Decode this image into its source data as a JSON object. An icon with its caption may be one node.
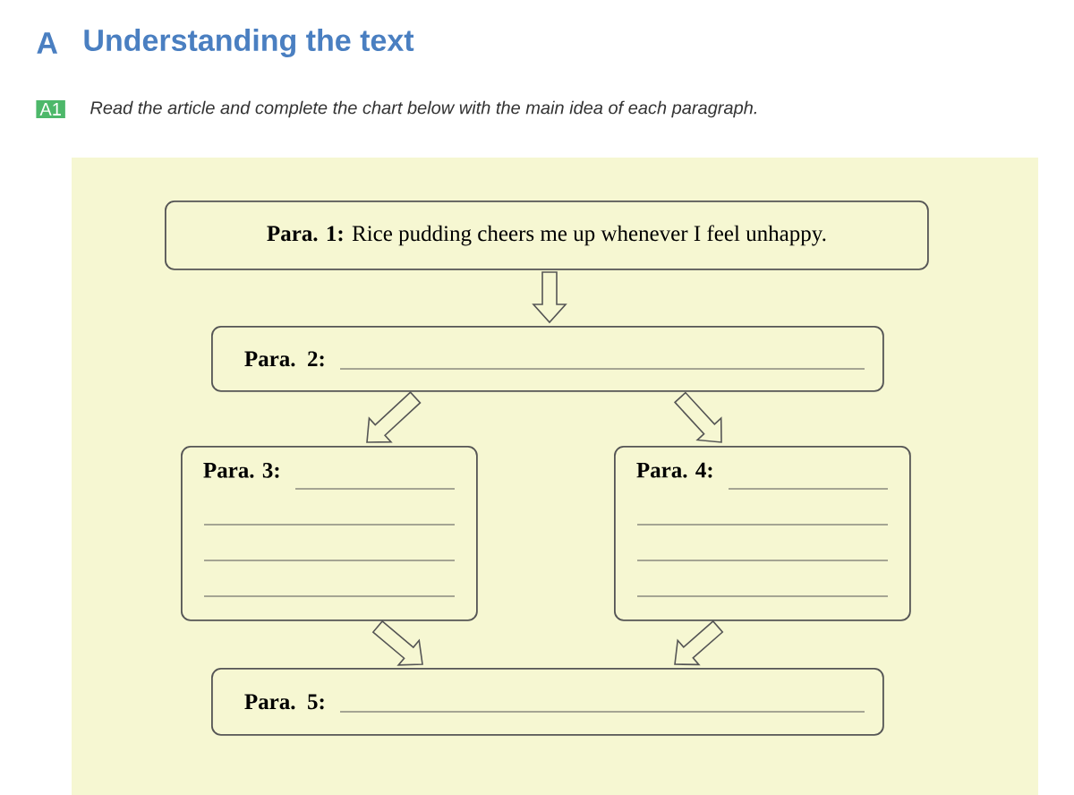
{
  "diagram": {
    "title": "Understanding the text",
    "nodes": [
      {
        "text": [
          "**Para. 1:** Rice pudding cheers me up whenever I feel unhappy."
        ]
      },
      {
        "text": [
          "Para. 2:"
        ]
      },
      {
        "text": [
          "Para. 3:"
        ]
      },
      {
        "text": [
          "Para. 4:"
        ]
      },
      {
        "text": [
          "Para. 5:"
        ]
      }
    ],
    "edges": [
      {
        "from": 0,
        "to": 1,
        "arrow": "to"
      },
      {
        "from": 1,
        "to": 2,
        "arrow": "to"
      },
      {
        "from": 1,
        "to": 3,
        "arrow": "to"
      },
      {
        "from": 2,
        "to": 4,
        "arrow": "to"
      },
      {
        "from": 3,
        "to": 4,
        "arrow": "to"
      }
    ],
    "labels": [
      "A",
      "A1",
      "Read the article and complete the chart below with the main idea of each paragraph."
    ]
  }
}
